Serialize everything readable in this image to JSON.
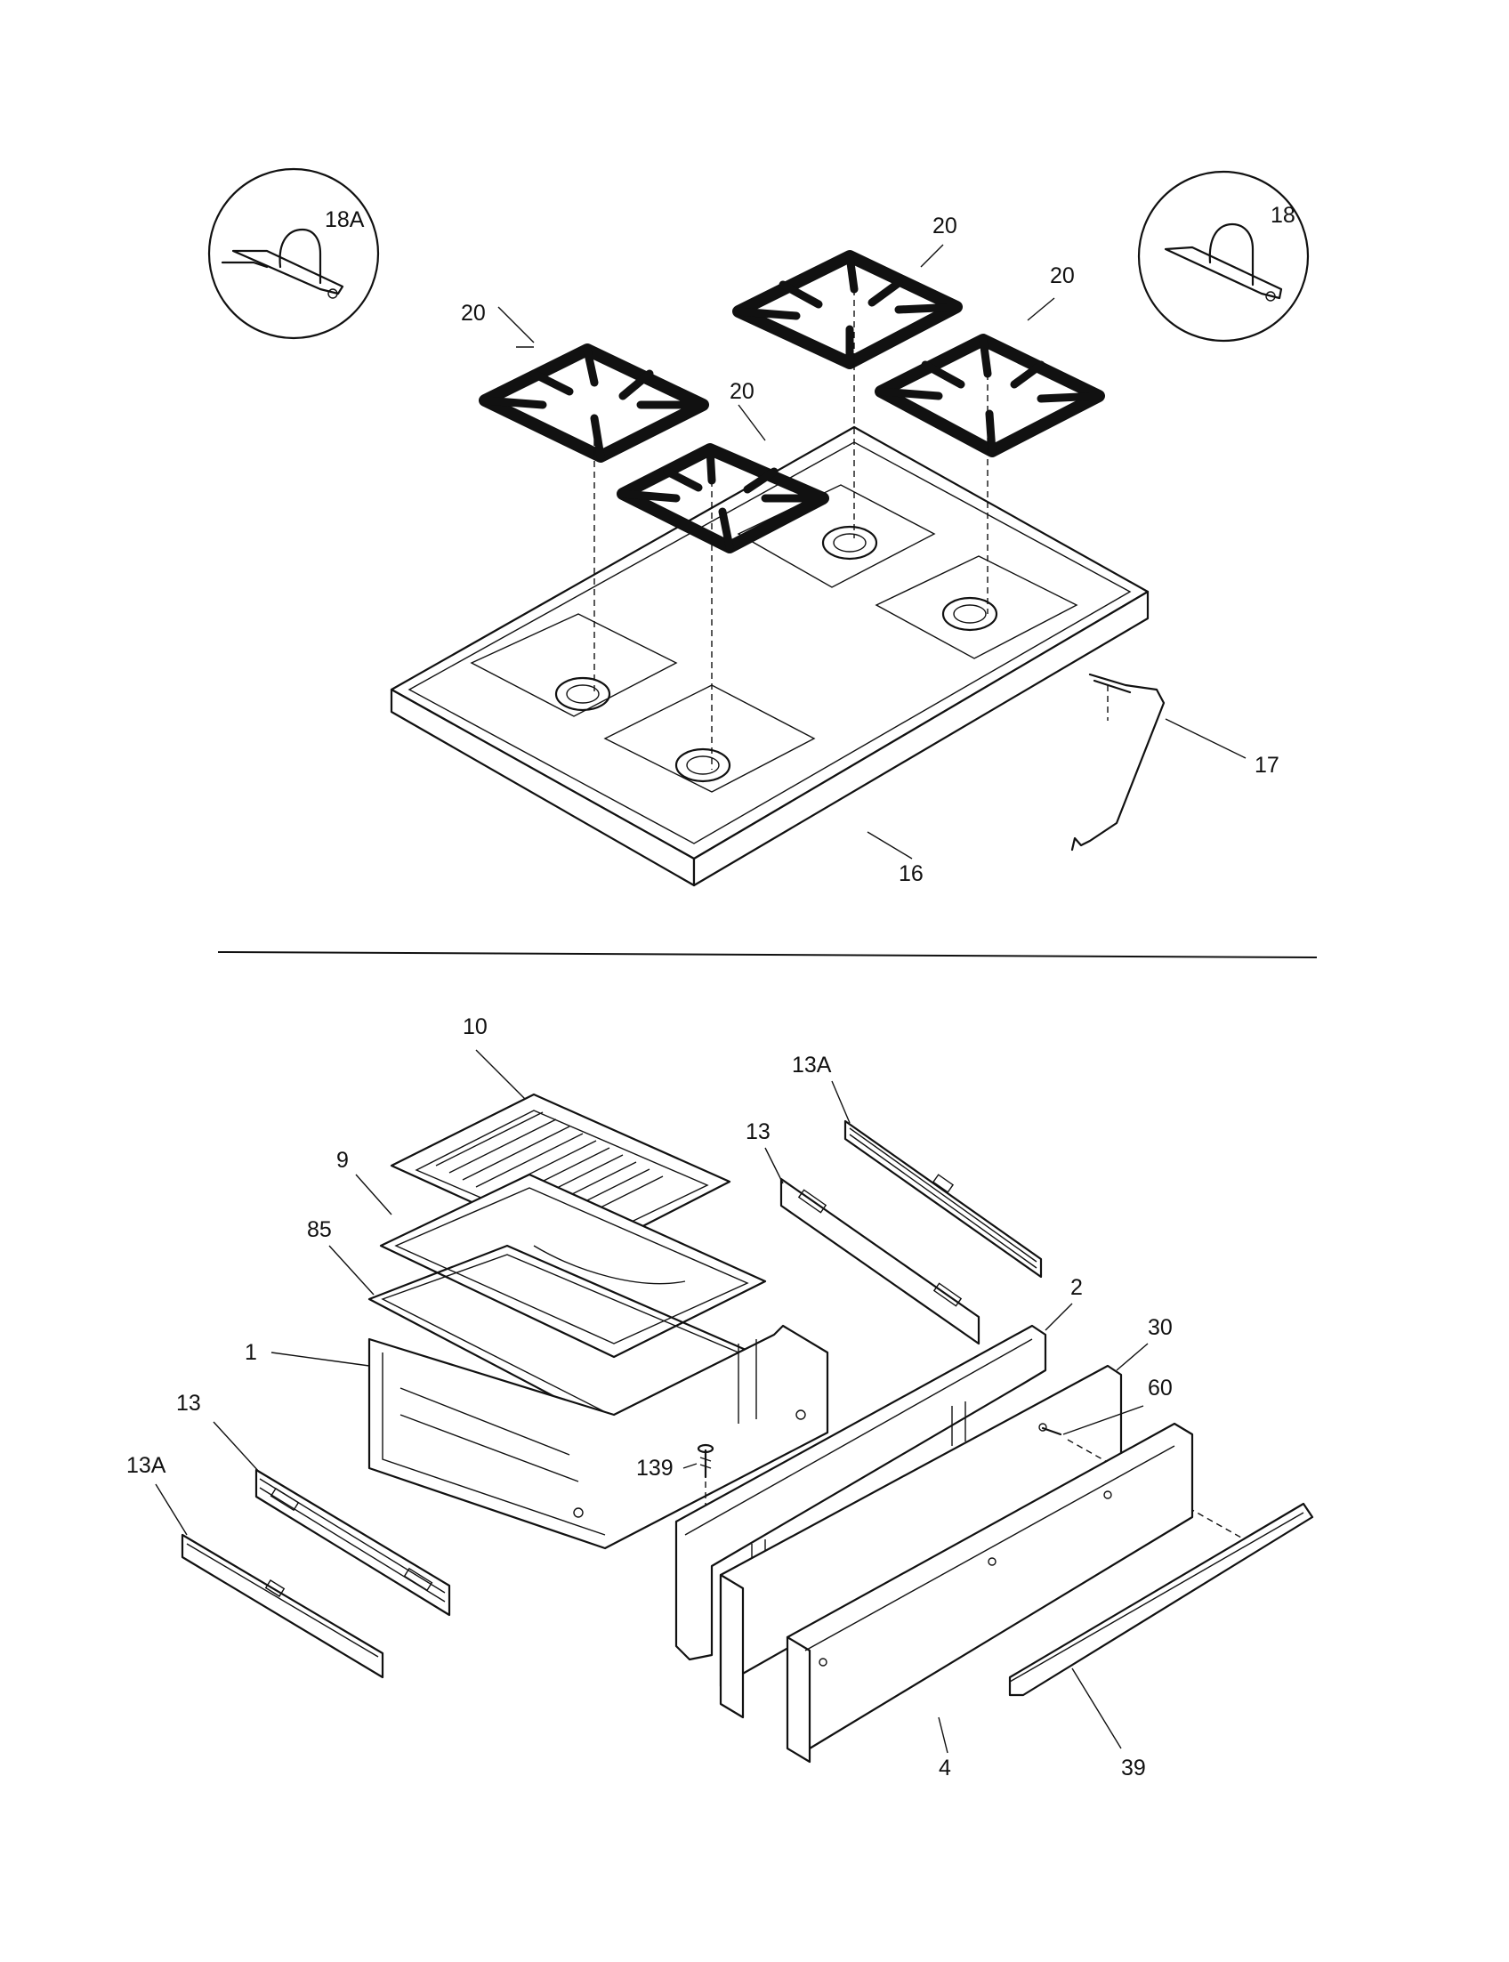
{
  "diagram": {
    "callouts": {
      "c_18A": "18A",
      "c_18": "18",
      "c_20_a": "20",
      "c_20_b": "20",
      "c_20_c": "20",
      "c_20_d": "20",
      "c_17": "17",
      "c_16": "16",
      "c_10": "10",
      "c_9": "9",
      "c_85": "85",
      "c_1": "1",
      "c_13A_top": "13A",
      "c_13_top": "13",
      "c_2": "2",
      "c_30": "30",
      "c_60": "60",
      "c_139": "139",
      "c_13_left": "13",
      "c_13A_left": "13A",
      "c_4": "4",
      "c_39": "39"
    }
  }
}
